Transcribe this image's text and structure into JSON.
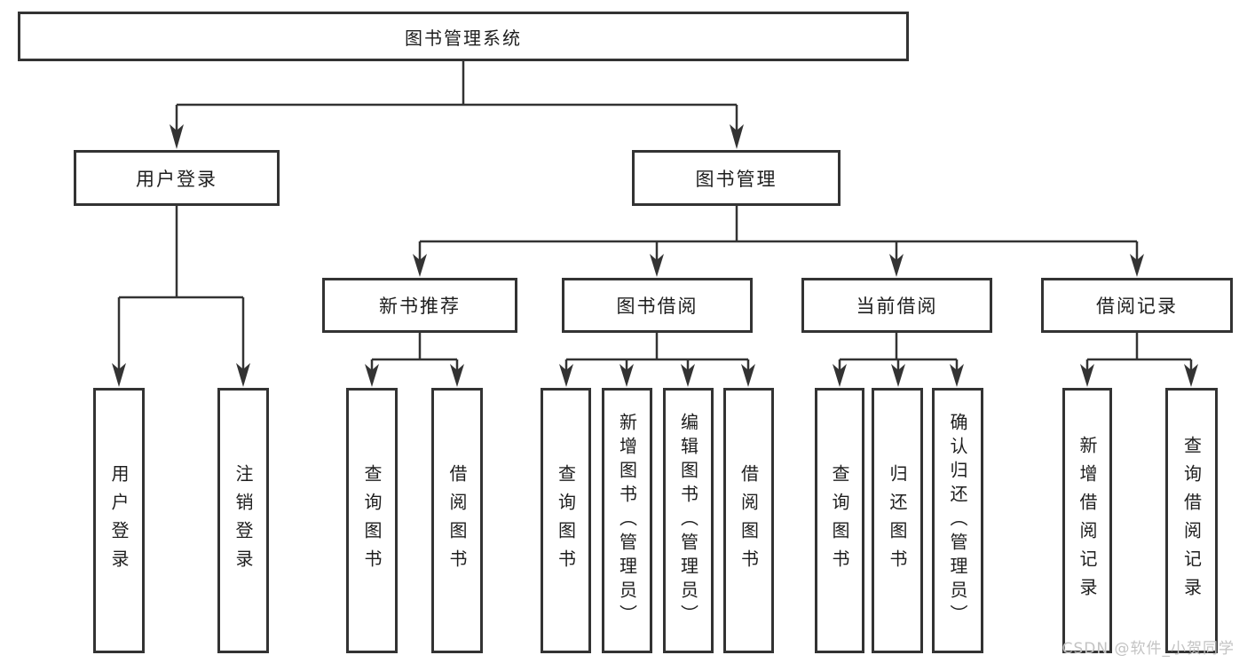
{
  "diagram": {
    "root": "图书管理系统",
    "level2": [
      "用户登录",
      "图书管理"
    ],
    "level3": [
      "新书推荐",
      "图书借阅",
      "当前借阅",
      "借阅记录"
    ],
    "groups": {
      "user_login": [
        "用户登录",
        "注销登录"
      ],
      "new_book": [
        "查询图书",
        "借阅图书"
      ],
      "book_borrow": [
        "查询图书",
        "新增图书（管理员）",
        "编辑图书（管理员）",
        "借阅图书"
      ],
      "current_borrow": [
        "查询图书",
        "归还图书",
        "确认归还（管理员）"
      ],
      "borrow_record": [
        "新增借阅记录",
        "查询借阅记录"
      ]
    }
  },
  "watermark": "CSDN @软件_小贺同学",
  "colors": {
    "line": "#333333",
    "text": "#1e1e1e",
    "background": "#ffffff",
    "watermark": "#c3c3c3"
  }
}
